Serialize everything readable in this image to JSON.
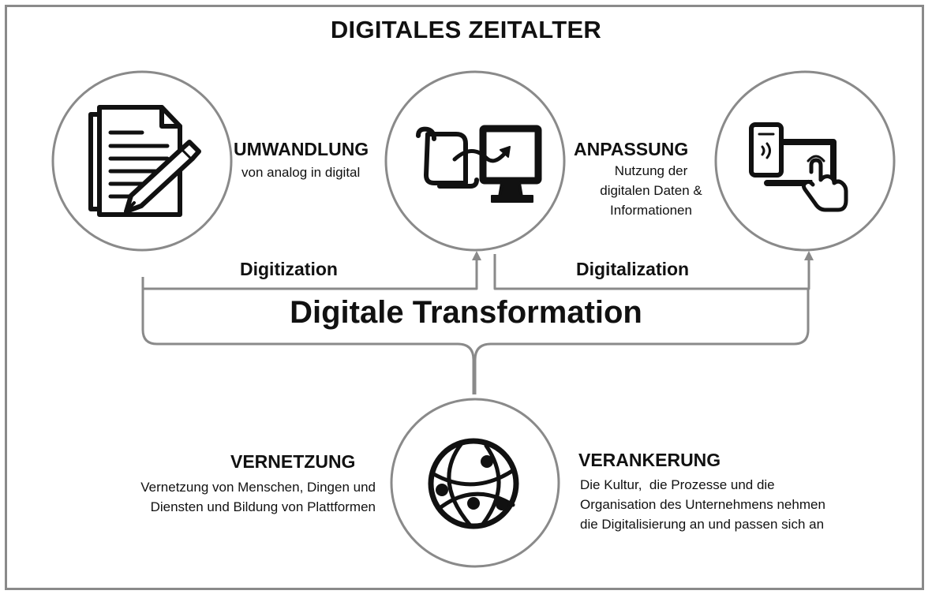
{
  "title": "DIGITALES ZEITALTER",
  "center_label": "Digitale Transformation",
  "bracket_labels": {
    "left": "Digitization",
    "right": "Digitalization"
  },
  "nodes": {
    "umwandlung": {
      "heading": "UMWANDLUNG",
      "text": [
        "von analog in digital"
      ],
      "icon": "document-pen-icon"
    },
    "transfer": {
      "icon": "scroll-to-monitor-icon"
    },
    "anpassung": {
      "heading": "ANPASSUNG",
      "text": [
        "Nutzung der",
        "digitalen Daten &",
        "Informationen"
      ],
      "icon": "phone-tablet-touch-icon"
    },
    "vernetzung": {
      "heading": "VERNETZUNG",
      "text": [
        "Vernetzung von Menschen, Dingen und",
        "Diensten und Bildung von Plattformen"
      ],
      "icon": "globe-network-icon"
    },
    "verankerung": {
      "heading": "VERANKERUNG",
      "text": [
        "Die Kultur,  die Prozesse und die",
        "Organisation des Unternehmens nehmen",
        "die Digitalisierung an und passen sich an"
      ]
    }
  },
  "colors": {
    "line": "#8a8a8a",
    "ink": "#111111",
    "background": "#ffffff"
  }
}
